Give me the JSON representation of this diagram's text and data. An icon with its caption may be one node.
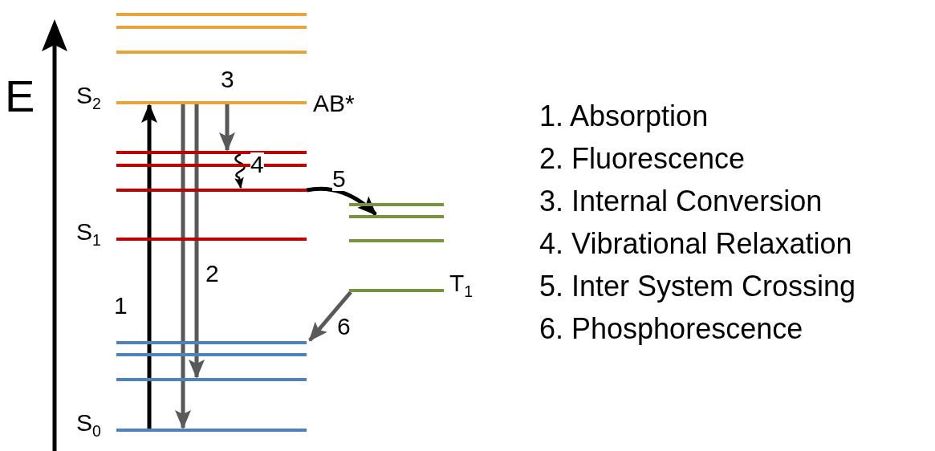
{
  "diagram": {
    "nodes": [
      {
        "text": [],
        "shape": "bar"
      },
      {
        "text": [],
        "shape": "bar"
      },
      {
        "text": [],
        "shape": "bar"
      },
      {
        "text": [],
        "shape": "bar",
        "beside": [
          "S$_{2}$",
          "AB*"
        ]
      },
      {
        "text": [],
        "shape": "bar"
      },
      {
        "text": [],
        "shape": "bar"
      },
      {
        "text": [],
        "shape": "bar"
      },
      {
        "text": [],
        "shape": "bar",
        "beside": [
          "S$_{1}$"
        ]
      },
      {
        "text": [],
        "shape": "bar"
      },
      {
        "text": [],
        "shape": "bar"
      },
      {
        "text": [],
        "shape": "bar"
      },
      {
        "text": [],
        "shape": "bar",
        "beside": [
          "T$_{1}$"
        ]
      },
      {
        "text": [],
        "shape": "bar"
      },
      {
        "text": [],
        "shape": "bar"
      },
      {
        "text": [],
        "shape": "bar"
      },
      {
        "text": [],
        "shape": "bar",
        "beside": [
          "S$_{0}$"
        ]
      }
    ],
    "edges": [
      {
        "from": 15,
        "to": 3,
        "arrow": "to",
        "label": "1",
        "color": "#000000"
      },
      {
        "from": 3,
        "to": 15,
        "arrow": "to",
        "label": "2"
      },
      {
        "from": 3,
        "to": 14,
        "arrow": "to"
      },
      {
        "from": 3,
        "to": 4,
        "arrow": "to",
        "label": "3"
      },
      {
        "from": 4,
        "to": 6,
        "arrow": "to",
        "label": "4",
        "color": "#000000"
      },
      {
        "from": 6,
        "to": 9,
        "arrow": "to",
        "label": "5",
        "color": "#000000"
      },
      {
        "from": 11,
        "to": 12,
        "arrow": "to",
        "label": "6"
      }
    ],
    "labels": [
      "E",
      "1. Absorption",
      "2. Fluorescence",
      "3. Internal Conversion",
      "4. Vibrational Relaxation",
      "5. Inter System Crossing",
      "6. Phosphorescence"
    ]
  }
}
